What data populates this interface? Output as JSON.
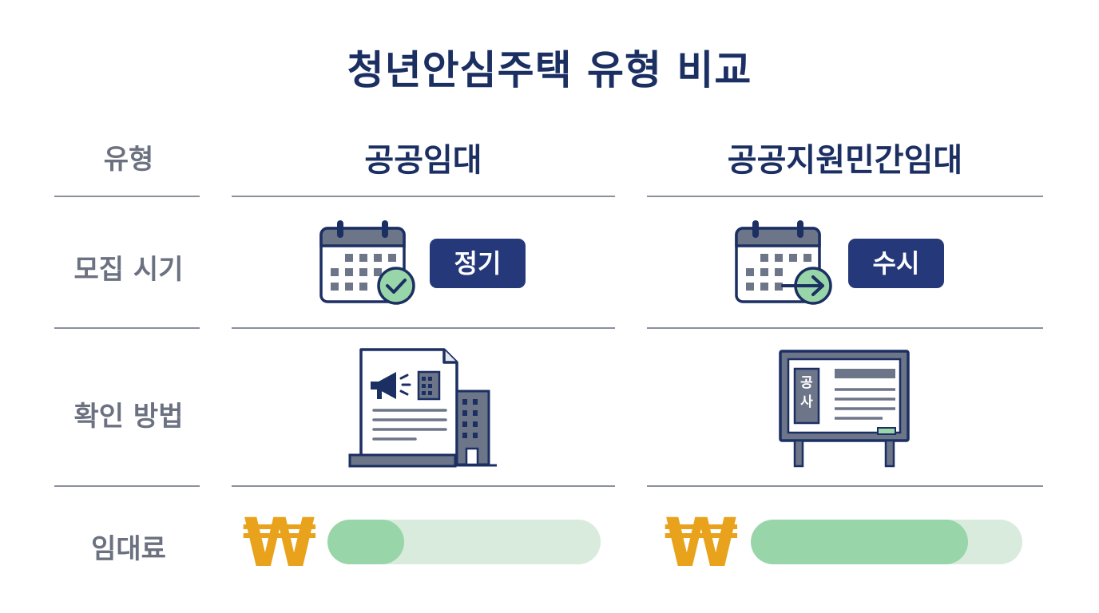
{
  "title": "청년안심주택 유형 비교",
  "rows": {
    "type": "유형",
    "recruit": "모집 시기",
    "method": "확인 방법",
    "rent": "임대료"
  },
  "columns": [
    {
      "name": "공공임대",
      "recruit_badge": "정기",
      "recruit_icon": "calendar-check-icon",
      "method_icon": "document-megaphone-building-icon",
      "rent_symbol": "₩",
      "rent_level": 0.28
    },
    {
      "name": "공공지원민간임대",
      "recruit_badge": "수시",
      "recruit_icon": "calendar-arrow-icon",
      "method_icon": "notice-board-icon",
      "board_text": "공사",
      "rent_symbol": "₩",
      "rent_level": 0.8
    }
  ],
  "colors": {
    "navy": "#1b2f62",
    "badge": "#24387a",
    "gold": "#e8a21b",
    "bar_fill": "#98d5a8",
    "bar_track": "#d8ebdd"
  }
}
